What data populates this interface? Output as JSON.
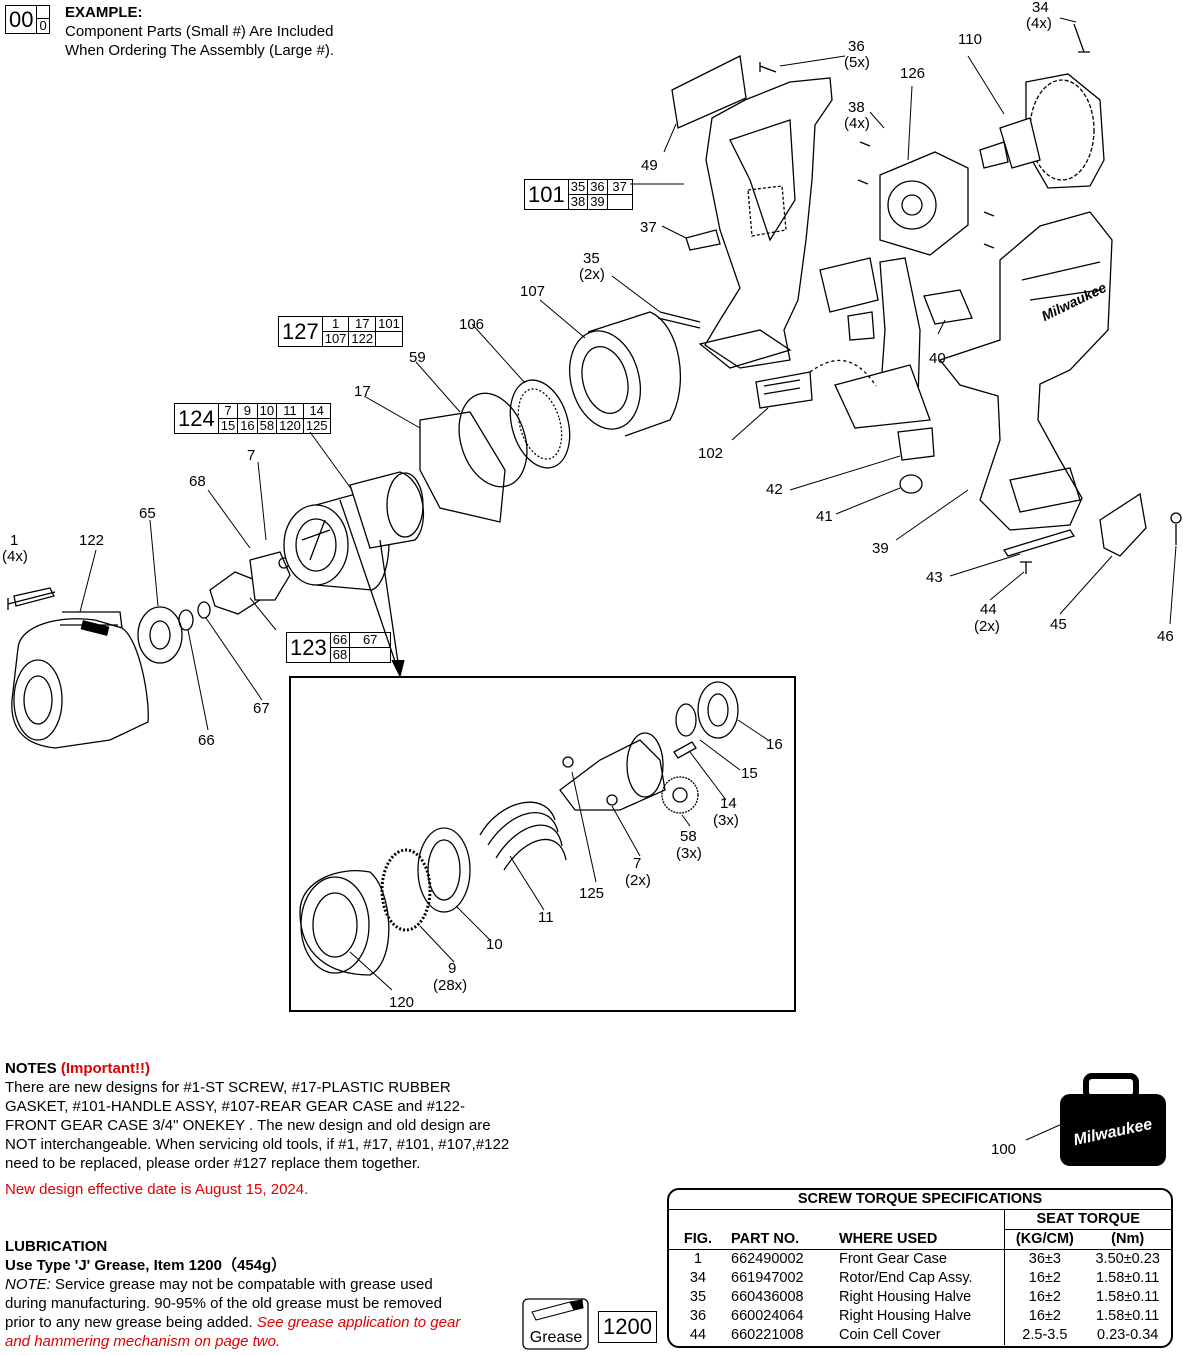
{
  "example": {
    "large_num": "00",
    "small_num": "0",
    "title": "EXAMPLE:",
    "line1": "Component Parts (Small #) Are Included",
    "line2": "When Ordering The Assembly (Large #)."
  },
  "assemblies": {
    "a101": {
      "num": "101",
      "row1": [
        "35",
        "36",
        "37"
      ],
      "row2": [
        "38",
        "39",
        ""
      ]
    },
    "a127": {
      "num": "127",
      "row1": [
        "1",
        "17",
        "101"
      ],
      "row2": [
        "107",
        "122",
        ""
      ]
    },
    "a124": {
      "num": "124",
      "row1": [
        "7",
        "9",
        "10",
        "11",
        "14"
      ],
      "row2": [
        "15",
        "16",
        "58",
        "120",
        "125"
      ]
    },
    "a123": {
      "num": "123",
      "row1": [
        "66",
        "67"
      ],
      "row2": [
        "68",
        ""
      ]
    }
  },
  "callouts": [
    {
      "id": "34",
      "text": "34"
    },
    {
      "id": "34q",
      "text": "(4x)"
    },
    {
      "id": "36",
      "text": "36"
    },
    {
      "id": "36q",
      "text": "(5x)"
    },
    {
      "id": "110",
      "text": "110"
    },
    {
      "id": "126",
      "text": "126"
    },
    {
      "id": "38",
      "text": "38"
    },
    {
      "id": "38q",
      "text": "(4x)"
    },
    {
      "id": "49",
      "text": "49"
    },
    {
      "id": "37",
      "text": "37"
    },
    {
      "id": "35",
      "text": "35"
    },
    {
      "id": "35q",
      "text": "(2x)"
    },
    {
      "id": "107",
      "text": "107"
    },
    {
      "id": "106",
      "text": "106"
    },
    {
      "id": "59",
      "text": "59"
    },
    {
      "id": "17",
      "text": "17"
    },
    {
      "id": "40",
      "text": "40"
    },
    {
      "id": "102",
      "text": "102"
    },
    {
      "id": "42",
      "text": "42"
    },
    {
      "id": "41",
      "text": "41"
    },
    {
      "id": "39",
      "text": "39"
    },
    {
      "id": "43",
      "text": "43"
    },
    {
      "id": "44",
      "text": "44"
    },
    {
      "id": "44q",
      "text": "(2x)"
    },
    {
      "id": "45",
      "text": "45"
    },
    {
      "id": "46",
      "text": "46"
    },
    {
      "id": "7a",
      "text": "7"
    },
    {
      "id": "68",
      "text": "68"
    },
    {
      "id": "65",
      "text": "65"
    },
    {
      "id": "1",
      "text": "1"
    },
    {
      "id": "1q",
      "text": "(4x)"
    },
    {
      "id": "122",
      "text": "122"
    },
    {
      "id": "67",
      "text": "67"
    },
    {
      "id": "66",
      "text": "66"
    },
    {
      "id": "16",
      "text": "16"
    },
    {
      "id": "15",
      "text": "15"
    },
    {
      "id": "14",
      "text": "14"
    },
    {
      "id": "14q",
      "text": "(3x)"
    },
    {
      "id": "58",
      "text": "58"
    },
    {
      "id": "58q",
      "text": "(3x)"
    },
    {
      "id": "7b",
      "text": "7"
    },
    {
      "id": "7bq",
      "text": "(2x)"
    },
    {
      "id": "125",
      "text": "125"
    },
    {
      "id": "11",
      "text": "11"
    },
    {
      "id": "10",
      "text": "10"
    },
    {
      "id": "9",
      "text": "9"
    },
    {
      "id": "9q",
      "text": "(28x)"
    },
    {
      "id": "120",
      "text": "120"
    },
    {
      "id": "100",
      "text": "100"
    }
  ],
  "brand": {
    "case_logo": "Milwaukee",
    "housing_logo": "Milwaukee"
  },
  "notes": {
    "heading": "NOTES",
    "important": "(Important!!)",
    "line1": "There are new designs for #1-ST SCREW, #17-PLASTIC RUBBER",
    "line2": "GASKET, #101-HANDLE ASSY, #107-REAR GEAR CASE and #122-",
    "line3": "FRONT GEAR CASE 3/4\" ONEKEY . The new design and old design are",
    "line4": "NOT interchangeable. When servicing old tools, if #1, #17, #101, #107,#122",
    "line5": "need to be replaced, please order #127 replace them together.",
    "effective": "New design effective date is August 15, 2024."
  },
  "lubrication": {
    "heading": "LUBRICATION",
    "use": "Use Type 'J' Grease,  Item 1200（454g）",
    "note_label": "NOTE:",
    "line1": " Service grease may not be compatable with grease used",
    "line2": "during manufacturing. 90-95% of the old grease must be removed",
    "line3": "prior to any new grease being added. ",
    "red1": "See grease application to gear",
    "red2": "and hammering mechanism on page two.",
    "tube_label": "Grease",
    "item": "1200"
  },
  "torque": {
    "title": "SCREW TORQUE SPECIFICATIONS",
    "seat": "SEAT TORQUE",
    "headers": [
      "FIG.",
      "PART NO.",
      "WHERE USED",
      "(KG/CM)",
      "(Nm)"
    ],
    "rows": [
      [
        "1",
        "662490002",
        "Front Gear Case",
        "36±3",
        "3.50±0.23"
      ],
      [
        "34",
        "661947002",
        "Rotor/End Cap Assy.",
        "16±2",
        "1.58±0.11"
      ],
      [
        "35",
        "660436008",
        "Right Housing Halve",
        "16±2",
        "1.58±0.11"
      ],
      [
        "36",
        "660024064",
        "Right Housing Halve",
        "16±2",
        "1.58±0.11"
      ],
      [
        "44",
        "660221008",
        "Coin Cell Cover",
        "2.5-3.5",
        "0.23-0.34"
      ]
    ]
  }
}
